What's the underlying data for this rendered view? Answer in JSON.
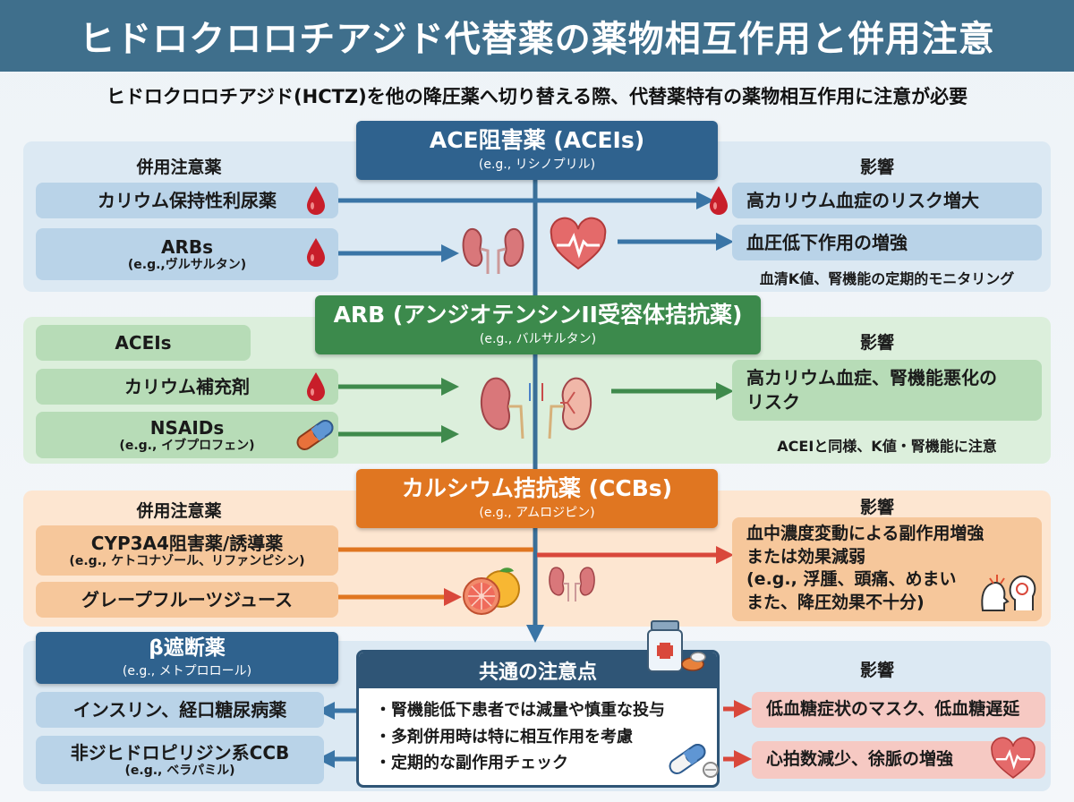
{
  "title": "ヒドロクロロチアジド代替薬の薬物相互作用と併用注意",
  "subtitle": "ヒドロクロロチアジド(HCTZ)を他の降圧薬へ切り替える際、代替薬特有の薬物相互作用に注意が必要",
  "colors": {
    "blue_band": "#dce9f3",
    "blue_pill": "#b9d3e8",
    "blue_hdr": "#2f628e",
    "green_band": "#dcefdc",
    "green_pill": "#b7dcb7",
    "green_hdr": "#3c8a4c",
    "orange_band": "#fde6d1",
    "orange_pill": "#f6c79b",
    "orange_hdr": "#e07621",
    "red_pill": "#f6c9c3",
    "arrow_blue": "#3a75a6",
    "arrow_green": "#3f8a4c",
    "arrow_red": "#d9483b"
  },
  "ace": {
    "header": "ACE阻害薬 (ACEIs)",
    "header_sub": "(e.g., リシノプリル)",
    "left_label": "併用注意薬",
    "right_label": "影響",
    "drugs": [
      {
        "name": "カリウム保持性利尿薬",
        "sub": ""
      },
      {
        "name": "ARBs",
        "sub": "(e.g.,ヴルサルタン)"
      }
    ],
    "effects": [
      "高カリウム血症のリスク増大",
      "血圧低下作用の増強"
    ],
    "note": "血清K値、腎機能の定期的モニタリング"
  },
  "arb": {
    "header": "ARB (アンジオテンシンII受容体拮抗薬)",
    "header_sub": "(e.g., バルサルタン)",
    "right_label": "影響",
    "drugs": [
      {
        "name": "ACEIs",
        "sub": ""
      },
      {
        "name": "カリウム補充剤",
        "sub": ""
      },
      {
        "name": "NSAIDs",
        "sub": "(e.g., イブプロフェン)"
      }
    ],
    "effect_line1": "高カリウム血症、腎機能悪化の",
    "effect_line2": "リスク",
    "note": "ACEIと同様、K値・腎機能に注意"
  },
  "ccb": {
    "header": "カルシウム拮抗薬 (CCBs)",
    "header_sub": "(e.g., アムロジピン)",
    "left_label": "併用注意薬",
    "right_label": "影響",
    "drugs": [
      {
        "name": "CYP3A4阻害薬/誘導薬",
        "sub": "(e.g., ケトコナゾール、リファンピシン)"
      },
      {
        "name": "グレープフルーツジュース",
        "sub": ""
      }
    ],
    "effect_lines": [
      "血中濃度変動による副作用増強",
      "または効果減弱",
      "(e.g., 浮腫、頭痛、めまい",
      "また、降圧効果不十分)"
    ]
  },
  "beta": {
    "header": "β遮断薬",
    "header_sub": "(e.g., メトプロロール)",
    "right_label": "影響",
    "drugs": [
      {
        "name": "インスリン、経口糖尿病薬",
        "sub": ""
      },
      {
        "name": "非ジヒドロピリジン系CCB",
        "sub": "(e.g., ベラパミル)"
      }
    ],
    "effects": [
      "低血糖症状のマスク、低血糖遅延",
      "心拍数減少、徐脈の増強"
    ]
  },
  "common": {
    "header": "共通の注意点",
    "items": [
      "・腎機能低下患者では減量や慎重な投与",
      "・多剤併用時は特に相互作用を考慮",
      "・定期的な副作用チェック"
    ]
  }
}
